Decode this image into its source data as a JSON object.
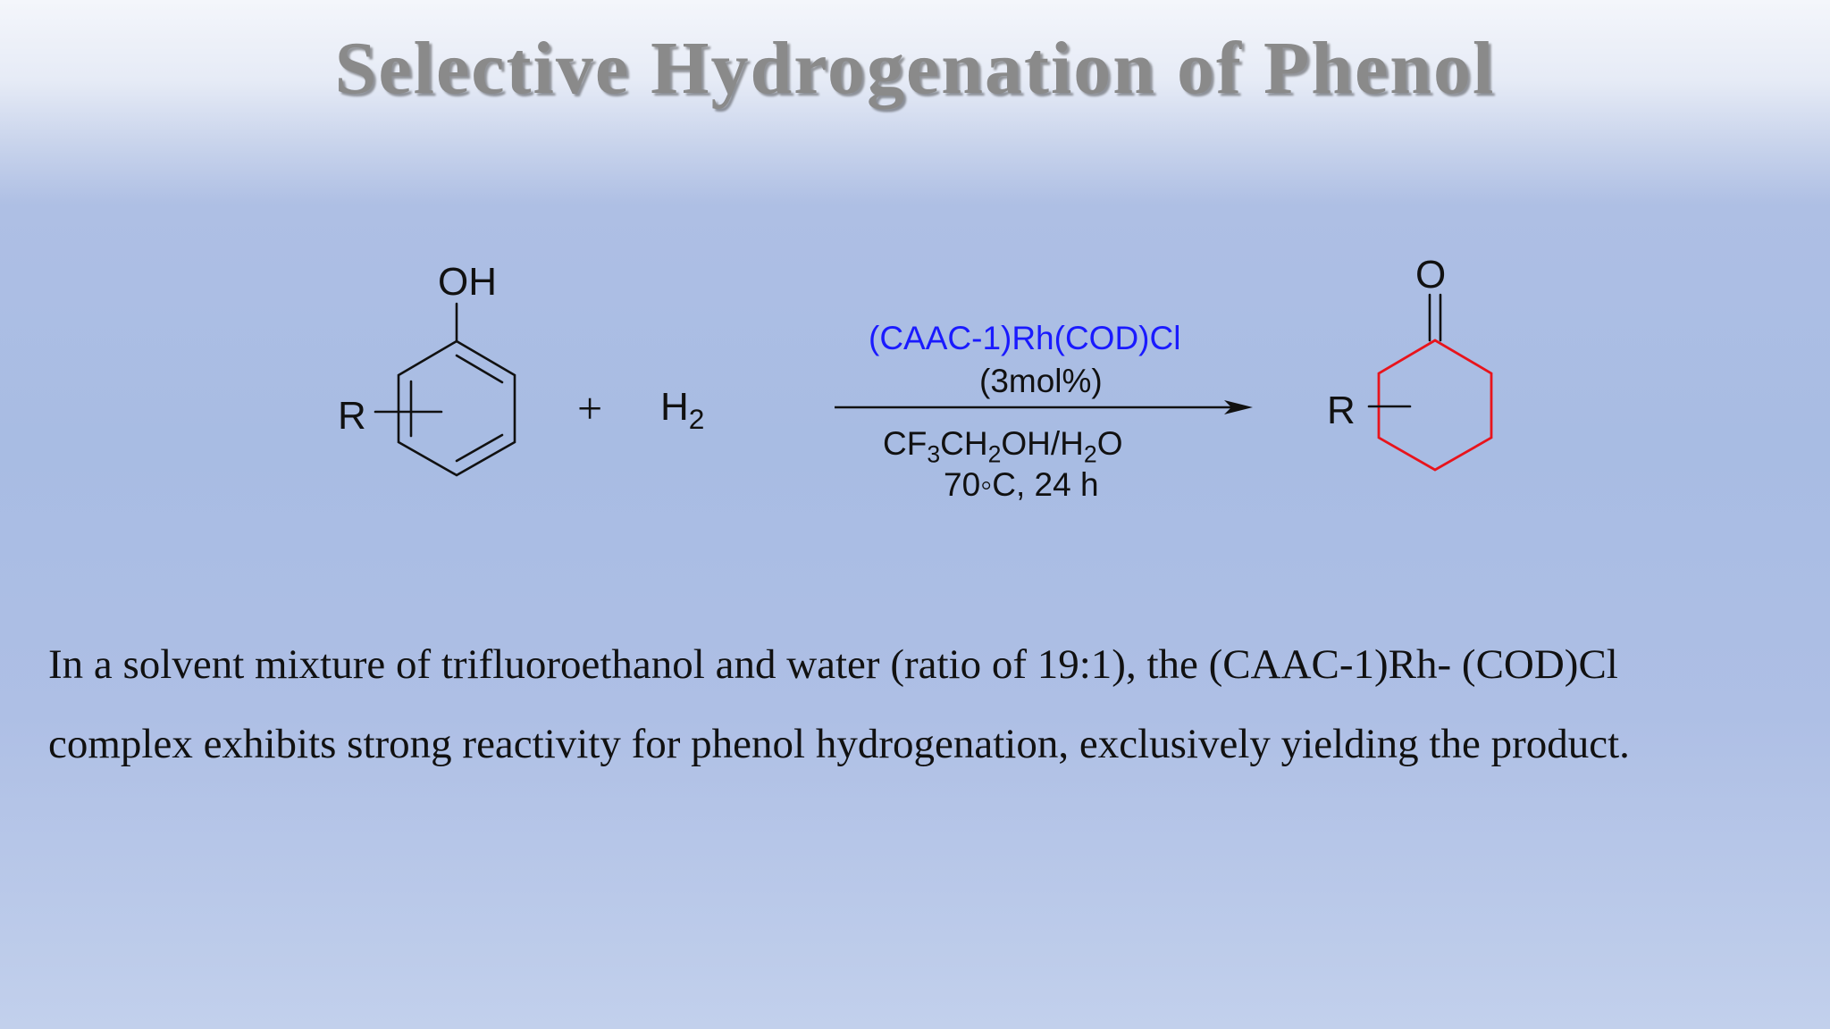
{
  "slide": {
    "title": "Selective Hydrogenation of Phenol"
  },
  "reaction": {
    "reactant": {
      "substituent_label": "R",
      "group_label": "OH"
    },
    "plus_sign": "+",
    "reagent": {
      "symbol": "H",
      "subscript": "2"
    },
    "conditions": {
      "catalyst": "(CAAC-1)Rh(COD)Cl",
      "loading": "(3mol%)",
      "solvent": {
        "a": "CF",
        "a_sub": "3",
        "b": "CH",
        "b_sub": "2",
        "c": "OH/H",
        "c_sub": "2",
        "d": "O"
      },
      "temp_time": "70◦C, 24 h"
    },
    "product": {
      "substituent_label": "R",
      "carbonyl_label": "O"
    },
    "colors": {
      "catalyst": "#1a1aff",
      "product_ring": "#e8141c",
      "bonds": "#111111"
    }
  },
  "body": {
    "line1": "In a solvent mixture of trifluoroethanol and water (ratio of 19:1), the (CAAC-1)Rh- (COD)Cl",
    "line2": "complex exhibits strong reactivity for phenol hydrogenation, exclusively yielding the product."
  }
}
